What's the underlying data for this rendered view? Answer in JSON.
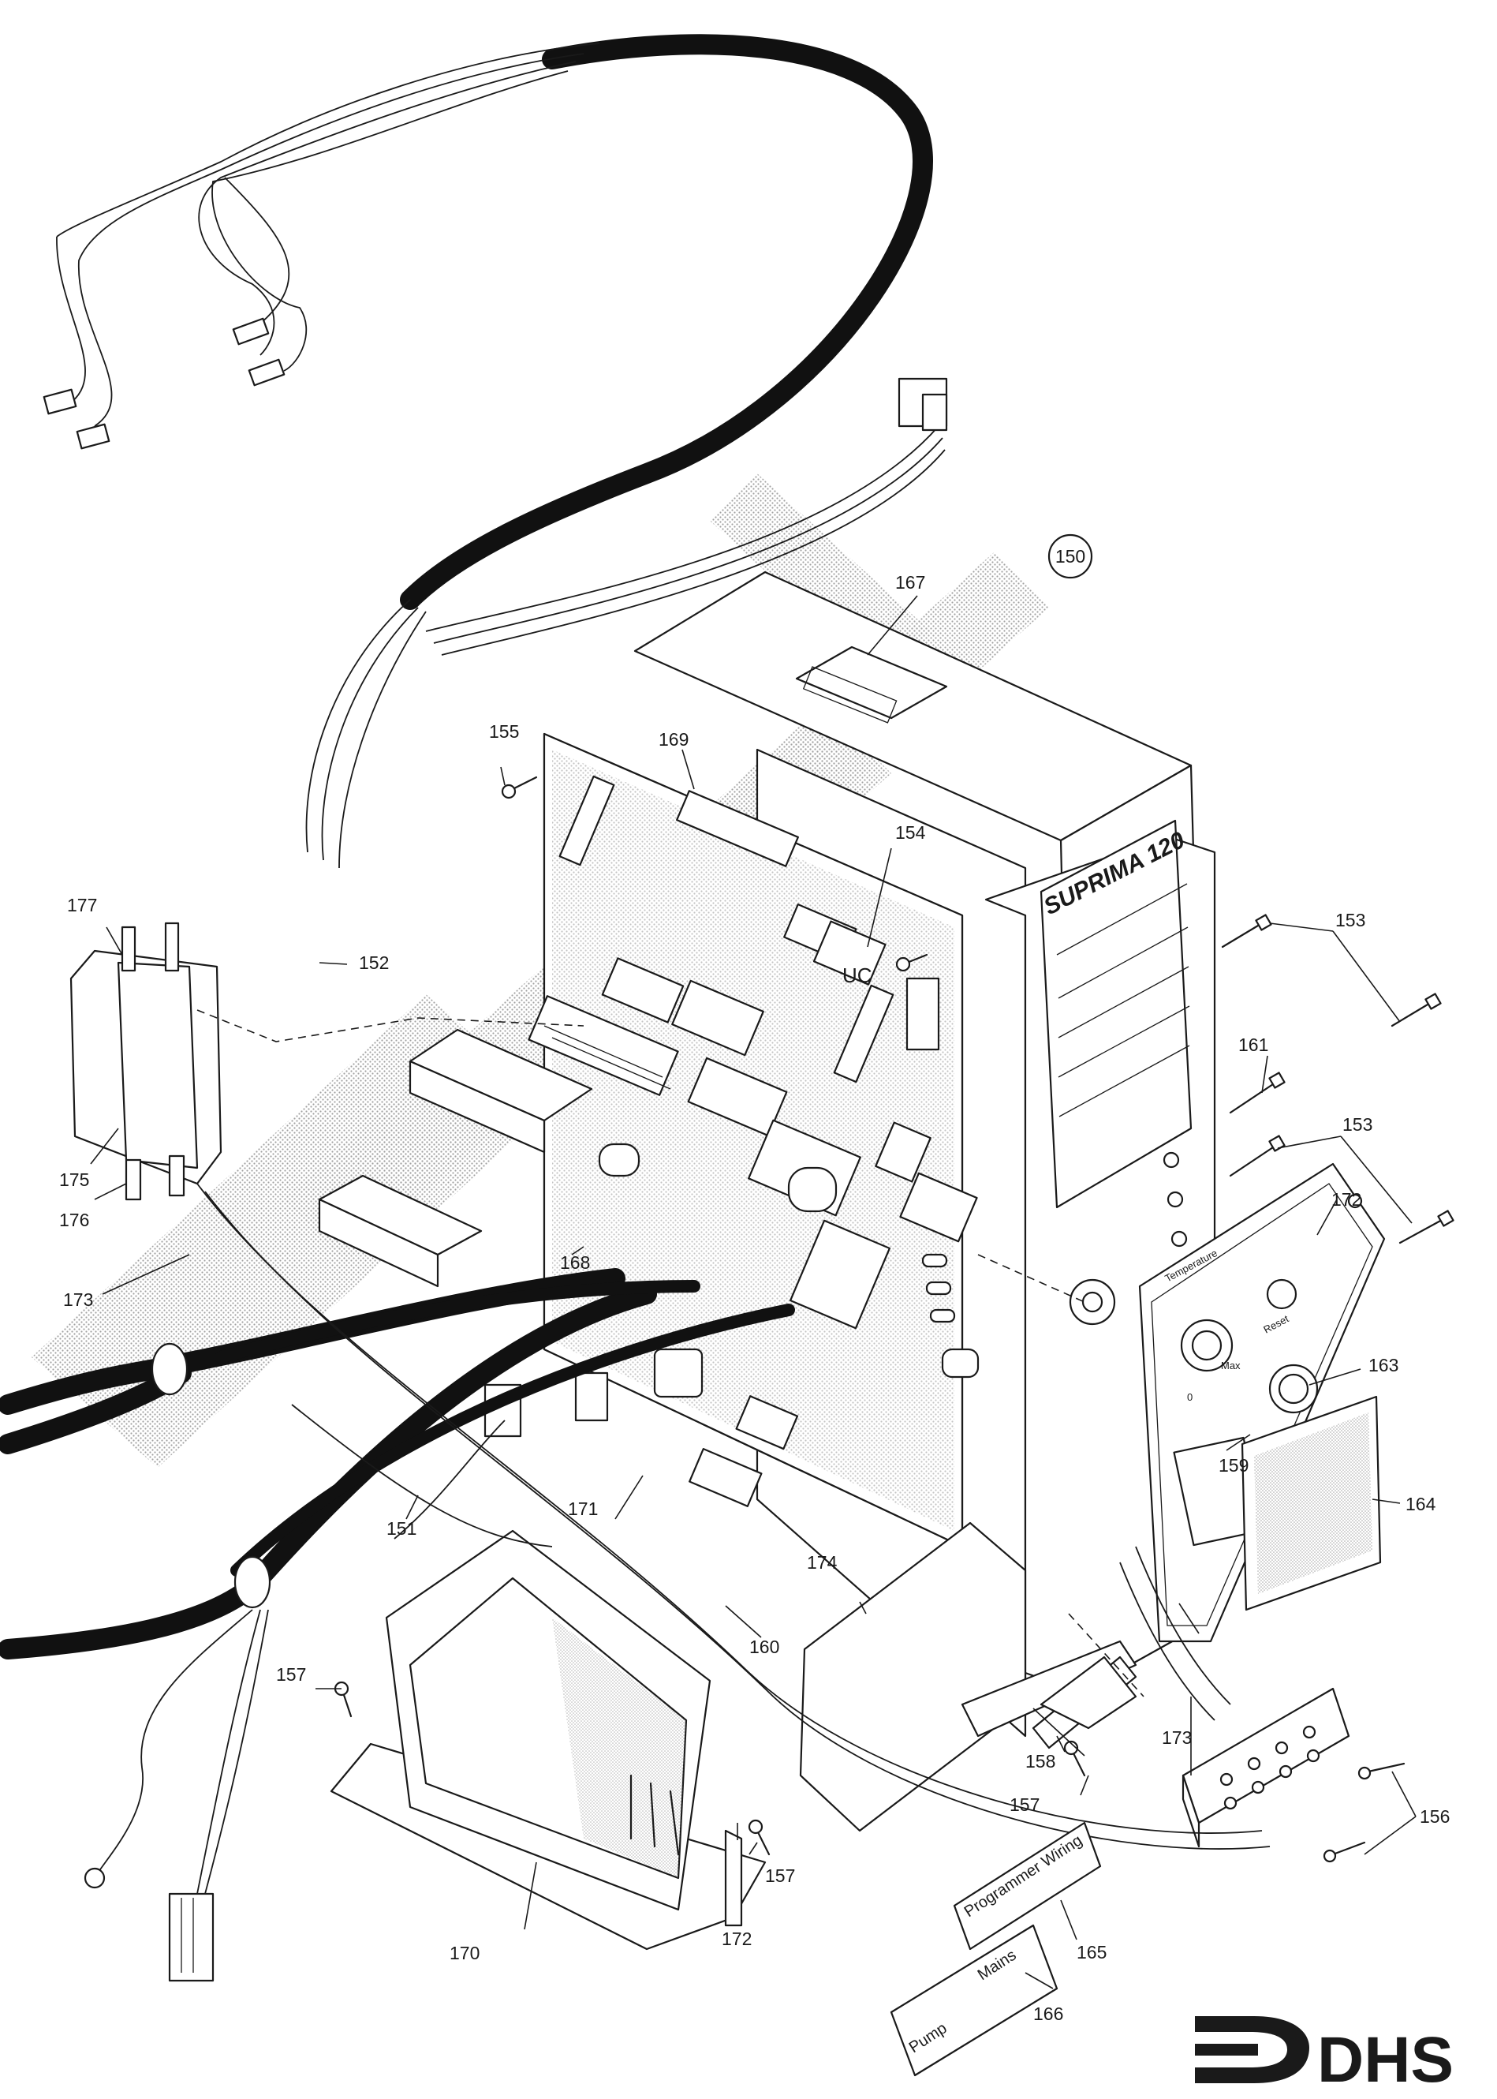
{
  "diagram": {
    "assembly_callout": "150",
    "brand_label": "SUPRIMA 120",
    "panel": {
      "temperature_label": "Temperature",
      "reset_label": "Reset",
      "dial_zero": "0",
      "dial_max": "Max"
    },
    "board_label": "UC",
    "tag_label_165": "Programmer Wiring",
    "tag_label_166_line1": "Mains",
    "tag_label_166_line2": "Pump",
    "logo_text": "DHS",
    "callouts": {
      "c151": "151",
      "c152": "152",
      "c153a": "153",
      "c153b": "153",
      "c154": "154",
      "c155": "155",
      "c156": "156",
      "c157a": "157",
      "c157b": "157",
      "c157c": "157",
      "c158": "158",
      "c159": "159",
      "c160": "160",
      "c161": "161",
      "c163": "163",
      "c164": "164",
      "c165": "165",
      "c166": "166",
      "c167": "167",
      "c168": "168",
      "c169": "169",
      "c170": "170",
      "c171": "171",
      "c172a": "172",
      "c172b": "172",
      "c173a": "173",
      "c173b": "173",
      "c174": "174",
      "c175": "175",
      "c176": "176",
      "c177": "177"
    }
  }
}
